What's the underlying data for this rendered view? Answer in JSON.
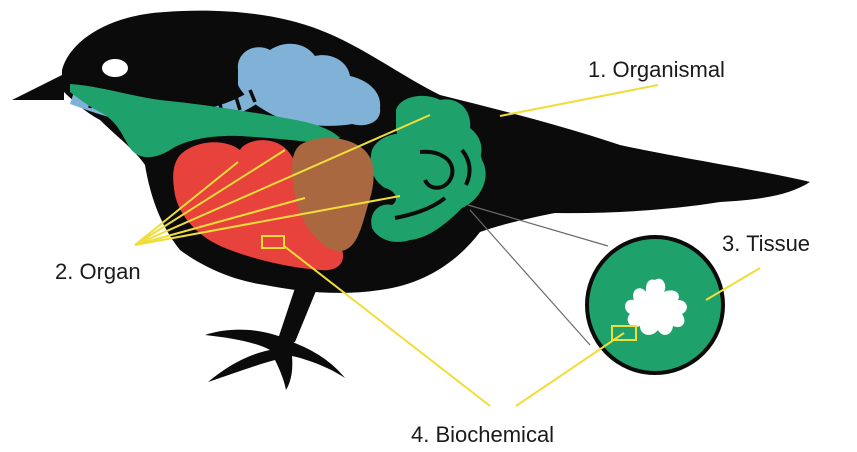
{
  "labels": {
    "organismal": "1.  Organismal",
    "organ": "2.  Organ",
    "tissue": "3.  Tissue",
    "biochemical": "4.  Biochemical"
  },
  "colors": {
    "body": "#0b0b0b",
    "lung": "#7fb2d6",
    "gut": "#1fa16b",
    "heart": "#e8423c",
    "liver": "#a9683f",
    "callout_line": "#f0dd3a",
    "zoom_line": "#6a6a6a",
    "eye": "#ffffff"
  }
}
